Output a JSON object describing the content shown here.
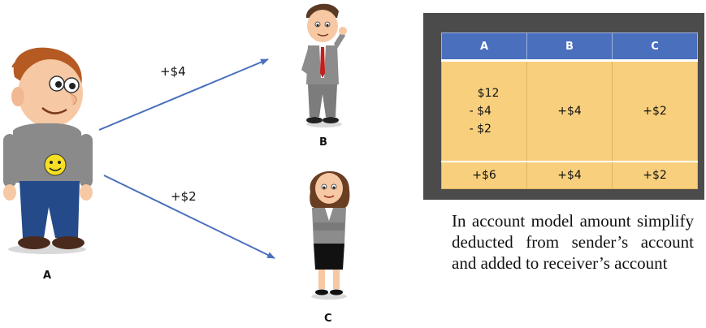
{
  "figure": {
    "people": [
      {
        "id": "A",
        "label": "A"
      },
      {
        "id": "B",
        "label": "B"
      },
      {
        "id": "C",
        "label": "C"
      }
    ],
    "transfers": [
      {
        "from": "A",
        "to": "B",
        "amount": "+$4"
      },
      {
        "from": "A",
        "to": "C",
        "amount": "+$2"
      }
    ],
    "colors": {
      "arrow": "#4a6fbd",
      "table_header": "#4a6fbd",
      "table_cell": "#f8cf7c",
      "table_frame": "#4b4b4b"
    }
  },
  "table": {
    "headers": [
      "A",
      "B",
      "C"
    ],
    "main_row": {
      "a_lines": [
        "$12",
        "- $4",
        "- $2"
      ],
      "b": "+$4",
      "c": "+$2"
    },
    "totals_row": [
      "+$6",
      "+$4",
      "+$2"
    ]
  },
  "caption": "In account model amount simplify deducted from sender’s account and added to receiver’s account"
}
